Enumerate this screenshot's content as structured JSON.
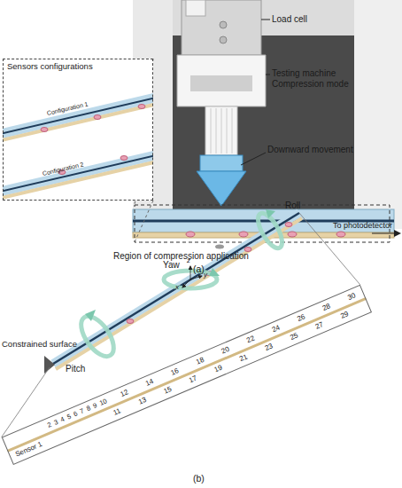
{
  "diagram": {
    "nodes": [
      {
        "text": [
          "Sensors configurations",
          "Configuration 1",
          "Configuration 2"
        ]
      },
      {
        "text": [
          "Sensor 1",
          "2",
          "3",
          "4",
          "5",
          "6",
          "7",
          "8",
          "9",
          "10",
          "11",
          "12",
          "13",
          "14",
          "15",
          "16",
          "17",
          "18",
          "19",
          "20",
          "21",
          "22",
          "23",
          "24",
          "25",
          "26",
          "27",
          "28",
          "29",
          "30"
        ]
      }
    ],
    "labels": [
      "Load cell",
      "Testing machine Compression mode",
      "Downward movement",
      "Region of compression application",
      "To photodetector",
      "(a)",
      "Roll",
      "Yaw",
      "z",
      "y",
      "x",
      "Pitch",
      "Constrained surface",
      "(b)"
    ]
  }
}
